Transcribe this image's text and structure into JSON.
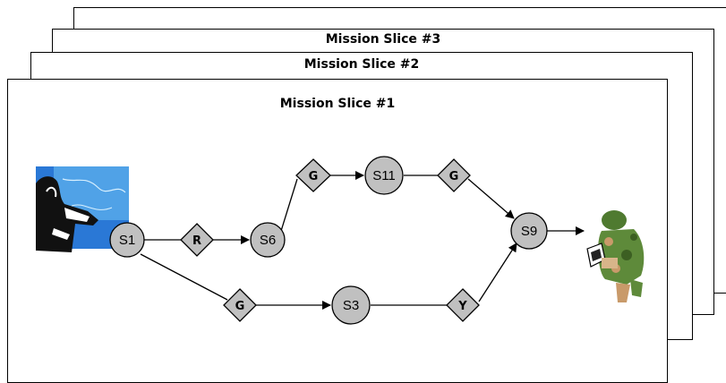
{
  "slices": [
    {
      "title": ""
    },
    {
      "title": "Mission Slice #3"
    },
    {
      "title": "Mission Slice #2"
    },
    {
      "title": "Mission Slice #1"
    }
  ],
  "nodes": {
    "s1": "S1",
    "s6": "S6",
    "s11": "S11",
    "s3": "S3",
    "s9": "S9"
  },
  "gates": {
    "r": "R",
    "g_top_left": "G",
    "g_top_right": "G",
    "g_bottom_left": "G",
    "y": "Y"
  },
  "colors": {
    "node_fill": "#c0c0c0",
    "gate_fill": "#c0c0c0",
    "stroke": "#000000",
    "commander_bg": "#2a78d6",
    "soldier_camo": "#5e8a3a"
  },
  "icons": {
    "commander": "commander-with-map-icon",
    "soldier": "soldier-with-laptop-icon"
  }
}
